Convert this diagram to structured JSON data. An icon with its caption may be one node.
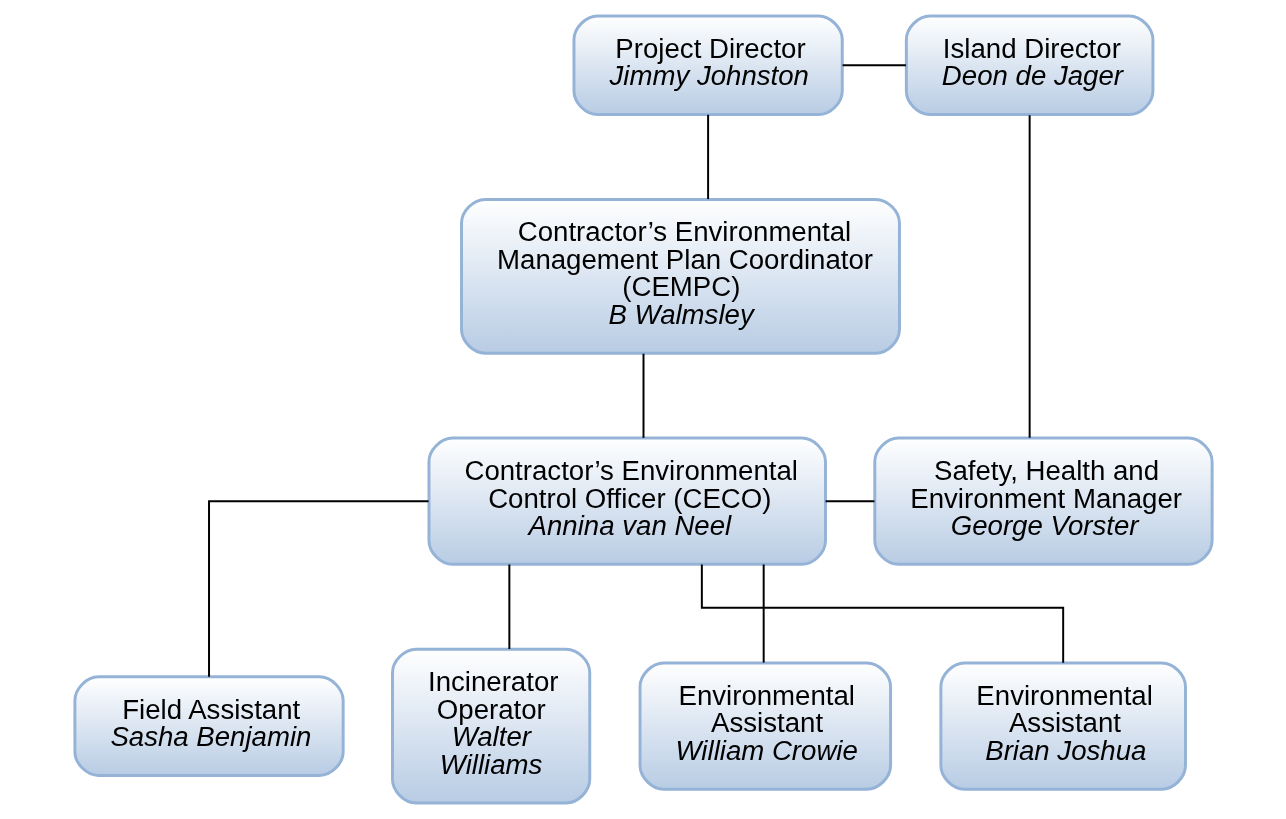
{
  "diagram": {
    "nodes": [
      {
        "text": [
          "Project Director",
          "Jimmy Johnston"
        ]
      },
      {
        "text": [
          "Island Director",
          "Deon de Jager"
        ]
      },
      {
        "text": [
          "Contractor’s Environmental Management Plan Coordinator (CEMPC)",
          "B Walmsley"
        ]
      },
      {
        "text": [
          "Contractor’s Environmental Control Officer (CECO)",
          "Annina van Neel"
        ]
      },
      {
        "text": [
          "Safety, Health and Environment Manager",
          "George Vorster"
        ]
      },
      {
        "text": [
          "Field Assistant",
          "Sasha Benjamin"
        ]
      },
      {
        "text": [
          "Incinerator Operator",
          "Walter Williams"
        ]
      },
      {
        "text": [
          "Environmental Assistant",
          "William Crowie"
        ]
      },
      {
        "text": [
          "Environmental Assistant",
          "Brian Joshua"
        ]
      }
    ],
    "edges": [
      {
        "from": 0,
        "to": 1,
        "arrow": "none"
      },
      {
        "from": 0,
        "to": 2,
        "arrow": "none"
      },
      {
        "from": 1,
        "to": 4,
        "arrow": "none"
      },
      {
        "from": 2,
        "to": 3,
        "arrow": "none"
      },
      {
        "from": 3,
        "to": 4,
        "arrow": "none"
      },
      {
        "from": 3,
        "to": 5,
        "arrow": "none"
      },
      {
        "from": 3,
        "to": 6,
        "arrow": "none"
      },
      {
        "from": 3,
        "to": 7,
        "arrow": "none"
      },
      {
        "from": 3,
        "to": 8,
        "arrow": "none"
      }
    ]
  }
}
